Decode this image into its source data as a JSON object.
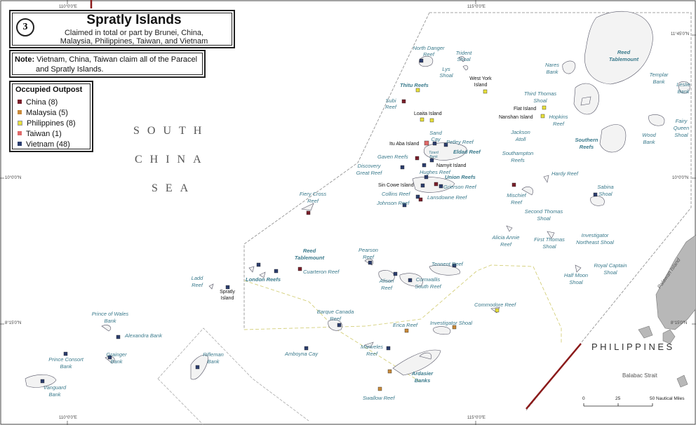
{
  "title": {
    "number": "3",
    "main": "Spratly Islands",
    "subtitle_1": "Claimed in total or part by Brunei, China,",
    "subtitle_2": "Malaysia, Philippines, Taiwan, and Vietnam"
  },
  "note": {
    "label": "Note:",
    "line_1": " Vietnam, China, Taiwan claim all of the Paracel",
    "line_2": "and Spratly Islands."
  },
  "legend": {
    "title": "Occupied Outpost",
    "items": [
      {
        "label": "China (8)",
        "color": "#7a1f2b"
      },
      {
        "label": "Malaysia (5)",
        "color": "#c98a3a"
      },
      {
        "label": "Philippines (8)",
        "color": "#e8e03a"
      },
      {
        "label": "Taiwan (1)",
        "color": "#e06a6a"
      },
      {
        "label": "Vietnam (48)",
        "color": "#2c3e6e"
      }
    ]
  },
  "sea_label": {
    "line_1": "SOUTH",
    "line_2": "CHINA",
    "line_3": "SEA"
  },
  "coordinates": {
    "lon_110_top": "110°0'0\"E",
    "lon_115_top": "115°0'0\"E",
    "lon_110_bottom": "110°0'0\"E",
    "lon_115_bottom": "115°0'0\"E",
    "lat_1145_right": "11°45'0\"N",
    "lat_10_left": "10°0'0\"N",
    "lat_10_right": "10°0'0\"N",
    "lat_815_left": "8°15'0\"N",
    "lat_815_right": "8°15'0\"N"
  },
  "features": {
    "north_danger_reef": "North Danger Reef",
    "trident_shoal": "Trident Shoal",
    "lys_shoal": "Lys Shoal",
    "thitu_reefs": "Thitu Reefs",
    "west_york_island": "West York Island",
    "subi_reef": "Subi Reef",
    "loaita_island": "Loaita Island",
    "sand_cay": "Sand Cay",
    "itu_aba_island": "Itu Aba Island",
    "petley_reef": "Petley Reef",
    "eldad_reef": "Eldad Reef",
    "tizard_bank": "Tizard Bank",
    "gaven_reefs": "Gaven Reefs",
    "namyit_island": "Namyit Island",
    "discovery_great_reef": "Discovery Great Reef",
    "hughes_reef": "Hughes Reef",
    "union_reefs": "Union Reefs",
    "sin_cowe_island": "Sin Cowe Island",
    "grierson_reef": "Grierson Reef",
    "collins_reef": "Collins Reef",
    "lansdowne_reef": "Lansdowne Reef",
    "johnson_reef": "Johnson Reef",
    "fiery_cross_reef": "Fiery Cross Reef",
    "reed_tablemount_ne": "Reed Tablemount",
    "nares_bank": "Nares Bank",
    "templar_bank": "Templar Bank",
    "leslie_bank": "Leslie Bank",
    "third_thomas_shoal": "Third Thomas Shoal",
    "flat_island": "Flat Island",
    "nanshan_island": "Nanshan Island",
    "hopkins_reef": "Hopkins Reef",
    "jackson_atoll": "Jackson Atoll",
    "southern_reefs": "Southern Reefs",
    "wood_bank": "Wood Bank",
    "fairy_queen_shoal": "Fairy Queen Shoal",
    "southampton_reefs": "Southampton Reefs",
    "hardy_reef": "Hardy Reef",
    "mischief_reef": "Mischief Reef",
    "sabina_shoal": "Sabina Shoal",
    "second_thomas_shoal": "Second Thomas Shoal",
    "alicia_annie_reef": "Alicia Annie Reef",
    "first_thomas_shoal": "First Thomas Shoal",
    "investigator_ne_shoal": "Investigator Northeast Shoal",
    "royal_captain_shoal": "Royal Captain Shoal",
    "half_moon_shoal": "Half Moon Shoal",
    "reed_tablemount_w": "Reed Tablemount",
    "cuarteron_reef": "Cuarteron Reef",
    "pearson_reef": "Pearson Reef",
    "tennent_reef": "Tennent Reef",
    "ladd_reef": "Ladd Reef",
    "spratly_island": "Spratly Island",
    "london_reefs": "London Reefs",
    "alison_reef": "Alison Reef",
    "cornwallis_south_reef": "Cornwallis South Reef",
    "commodore_reef": "Commodore Reef",
    "prince_of_wales_bank": "Prince of Wales Bank",
    "alexandra_bank": "Alexandra Bank",
    "barque_canada_reef": "Barque Canada Reef",
    "erica_reef": "Erica Reef",
    "investigator_shoal": "Investigator Shoal",
    "grainger_bank": "Grainger Bank",
    "rifleman_bank": "Rifleman Bank",
    "amboyna_cay": "Amboyna Cay",
    "mariveles_reef": "Mariveles Reef",
    "prince_consort_bank": "Prince Consort Bank",
    "ardasier_banks": "Ardasier Banks",
    "vanguard_bank": "Vanguard Bank",
    "swallow_reef": "Swallow Reef",
    "palawan_island": "Palawan Island",
    "philippines": "PHILIPPINES",
    "balabac_strait": "Balabac Strait"
  },
  "scale": {
    "zero": "0",
    "mid": "25",
    "end": "50 Nautical Miles"
  }
}
